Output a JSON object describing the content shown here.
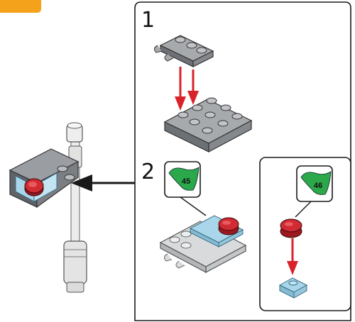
{
  "page_tab_color": "#f4a21c",
  "frame_color": "#1a1a1a",
  "steps": [
    {
      "number": "1"
    },
    {
      "number": "2"
    }
  ],
  "callouts": [
    {
      "page": "45",
      "color": "#2aa84a"
    },
    {
      "page": "46",
      "color": "#2aa84a"
    }
  ],
  "arrow_color": "#d8232a",
  "connector_arrow_color": "#1a1a1a",
  "piece_colors": {
    "dark_gray_plate": "#8a8d91",
    "light_gray_plate": "#d8dadc",
    "trans_light_blue_tile": "#a9d6ea",
    "red_round_tile": "#c8202a",
    "pole": "#e6e6e6"
  },
  "icons": [
    "page-callout-icon",
    "assembly-arrow-icon",
    "pointer-arrow-icon"
  ]
}
